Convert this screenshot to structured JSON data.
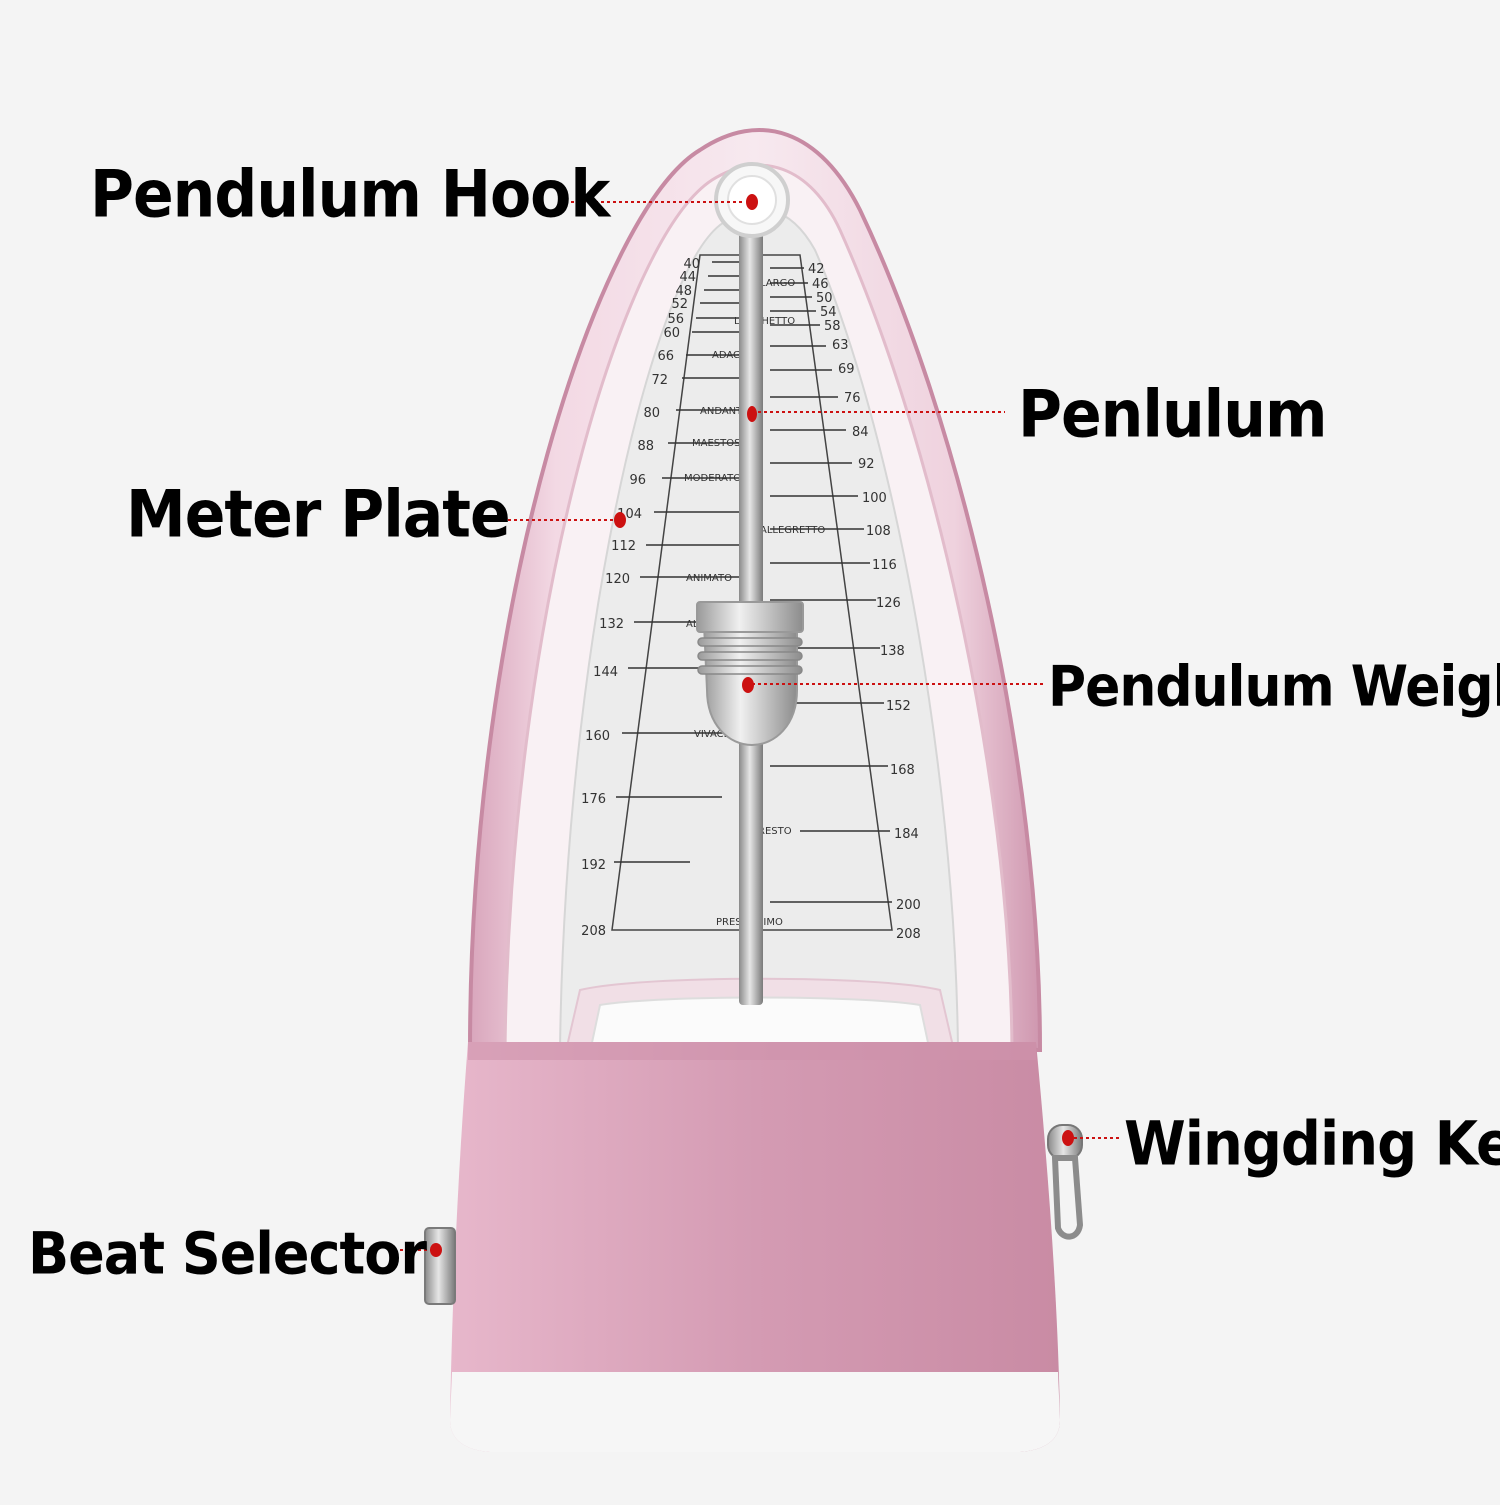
{
  "callouts": {
    "hook": "Pendulum Hook",
    "pendulum": "Penlulum",
    "plate": "Meter Plate",
    "weight": "Pendulum Weight",
    "key": "Wingding Key",
    "beat": "Beat Selector"
  },
  "scale": {
    "left_numbers": [
      "40",
      "44",
      "48",
      "52",
      "56",
      "60",
      "66",
      "72",
      "80",
      "88",
      "96",
      "104",
      "112",
      "120",
      "132",
      "144",
      "160",
      "176",
      "192",
      "208"
    ],
    "right_numbers": [
      "42",
      "46",
      "50",
      "54",
      "58",
      "63",
      "69",
      "76",
      "84",
      "92",
      "100",
      "108",
      "116",
      "126",
      "138",
      "152",
      "168",
      "184",
      "200",
      "208"
    ],
    "terms": [
      "LARGO",
      "LARGHETTO",
      "ADAGIO",
      "ANDANTE",
      "MAESTOSO",
      "MODERATO",
      "ALLEGRETTO",
      "ANIMATO",
      "ALLEGRO",
      "VIVACE",
      "PRESTO",
      "PRESTISSIMO"
    ]
  },
  "colors": {
    "body": "#d59ab2",
    "body_light": "#e8b8cc",
    "plate": "#eeeeee",
    "marker": "#cc1111",
    "background": "#f4f4f4"
  }
}
